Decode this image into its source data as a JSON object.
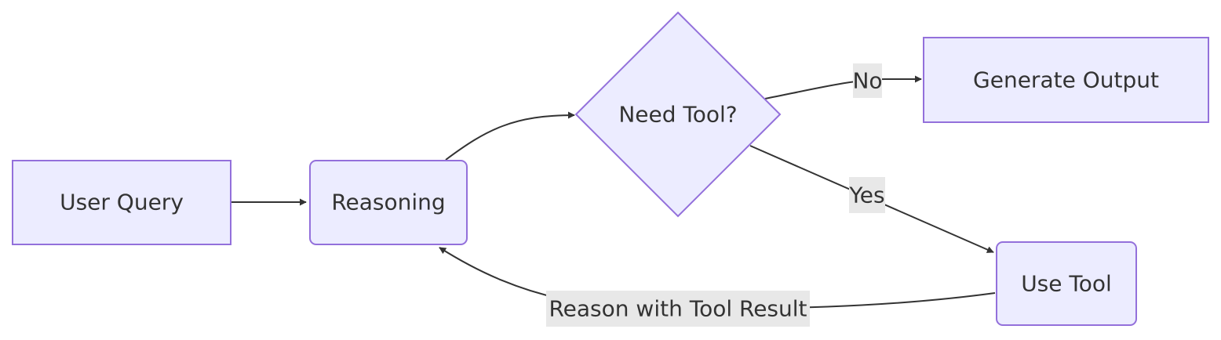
{
  "colors": {
    "node_fill": "#ECECFF",
    "node_stroke": "#9370DB",
    "edge": "#333333",
    "edge_label_bg": "#e8e8e8",
    "text": "#333333"
  },
  "nodes": {
    "user_query": "User Query",
    "reasoning": "Reasoning",
    "need_tool": "Need Tool?",
    "generate_output": "Generate Output",
    "use_tool": "Use Tool"
  },
  "edges": {
    "no": "No",
    "yes": "Yes",
    "reason_with_result": "Reason with Tool Result"
  }
}
